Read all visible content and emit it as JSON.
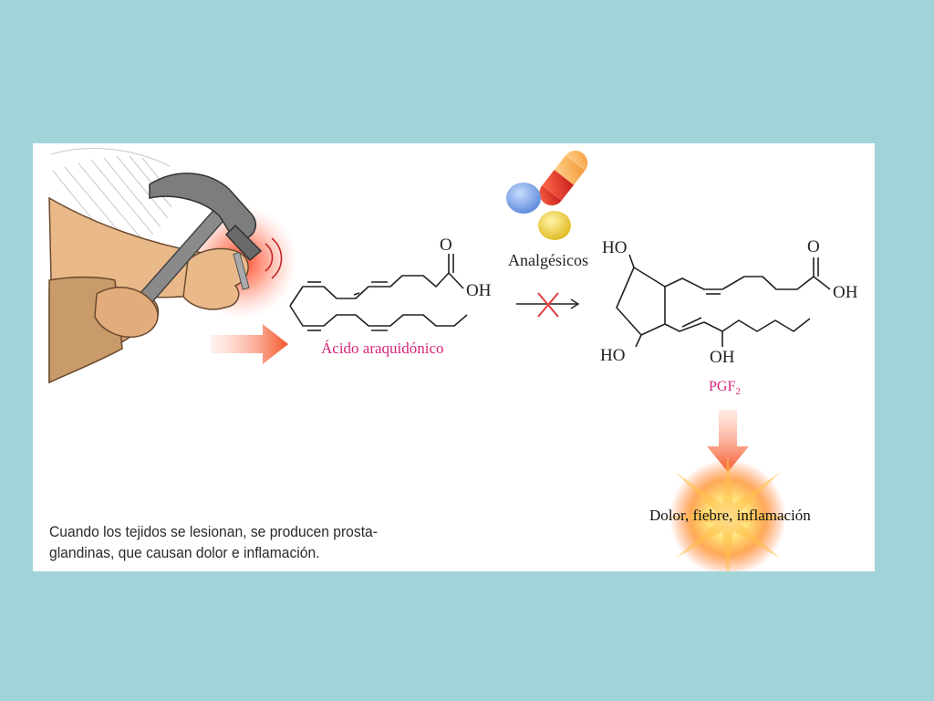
{
  "labels": {
    "analgesics": "Analgésicos",
    "arachidonic_acid": "Ácido araquidónico",
    "pgf_main": "PGF",
    "pgf_sub": "2",
    "outcome": "Dolor, fiebre, inflamación"
  },
  "atoms": {
    "aa_o": "O",
    "aa_oh": "OH",
    "pgf_o": "O",
    "pgf_oh": "OH",
    "pgf_ho_top": "HO",
    "pgf_ho_bottom": "HO",
    "pgf_oh_side": "OH"
  },
  "caption": {
    "line1": "Cuando los tejidos se lesionan, se producen prosta-",
    "line2": "glandinas, que causan dolor e inflamación."
  },
  "colors": {
    "background": "#a1d4d9",
    "panel": "#ffffff",
    "label_pink": "#d6247a",
    "arrow_orange": "#f26a3a",
    "block_x": "#e23b3b"
  },
  "icons": [
    "hammer-hand-illustration",
    "pill-capsule-icon",
    "pill-blue-icon",
    "pill-yellow-icon",
    "blocked-arrow-icon",
    "burst-icon"
  ]
}
